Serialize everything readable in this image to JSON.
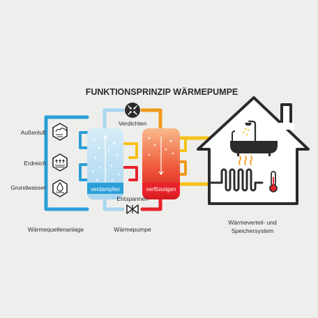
{
  "title": "FUNKTIONSPRINZIP WÄRMEPUMPE",
  "sources": {
    "items": [
      {
        "label": "Außenluft",
        "icon": "cloud-wind-icon"
      },
      {
        "label": "Erdreich",
        "icon": "ground-heat-icon"
      },
      {
        "label": "Grundwasser",
        "icon": "water-drop-icon"
      }
    ],
    "caption": "Wärmequellenanlage"
  },
  "heat_pump": {
    "compressor_label": "Verdichten",
    "expansion_label": "Entspannen",
    "evaporator_label": "verdampfen",
    "condenser_label": "verflüssigen",
    "caption": "Wärmepumpe"
  },
  "house": {
    "caption_line1": "Wärmeverteil- und",
    "caption_line2": "Speichersystem",
    "icons": [
      "bathtub-icon",
      "shower-icon",
      "radiator-coil-icon",
      "heat-waves-icon",
      "thermometer-icon"
    ]
  },
  "colors": {
    "background": "#eeeeec",
    "cold_pipe": "#2a9fd8",
    "warm_pipe": "#f6c21a",
    "hot_pipe": "#e8222a",
    "light_blue_pipe": "#a9d6ef",
    "orange_pipe": "#f29a1c",
    "dark": "#2b2b2b"
  }
}
